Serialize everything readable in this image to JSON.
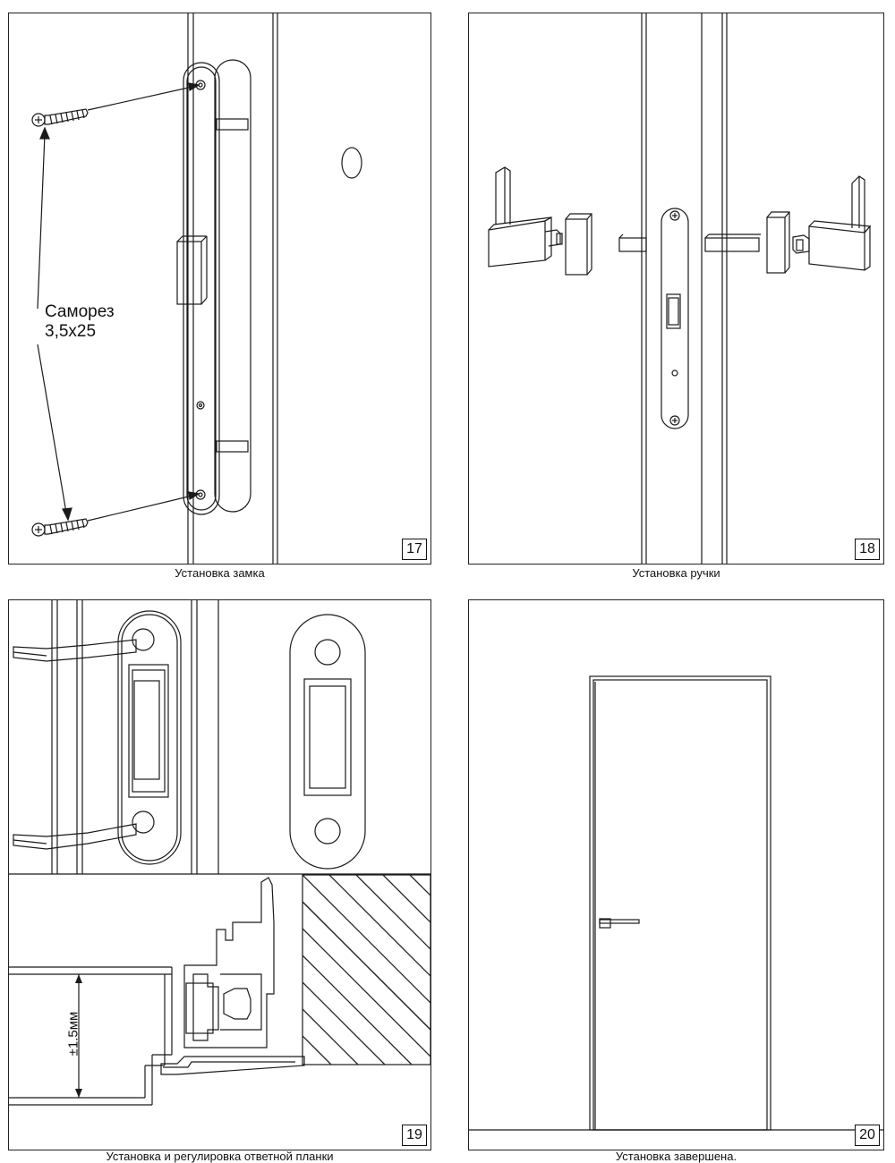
{
  "steps": [
    {
      "number": "17",
      "caption": "Установка замка"
    },
    {
      "number": "18",
      "caption": "Установка ручки"
    },
    {
      "number": "19",
      "caption": "Установка и регулировка ответной планки"
    },
    {
      "number": "20",
      "caption": "Установка завершена."
    }
  ],
  "callouts": {
    "screw_label_line1": "Саморез",
    "screw_label_line2": "3,5x25",
    "gap_dimension": "±1.5мм"
  },
  "colors": {
    "line": "#1a1a1a",
    "background": "#ffffff",
    "hatch": "#222222"
  }
}
